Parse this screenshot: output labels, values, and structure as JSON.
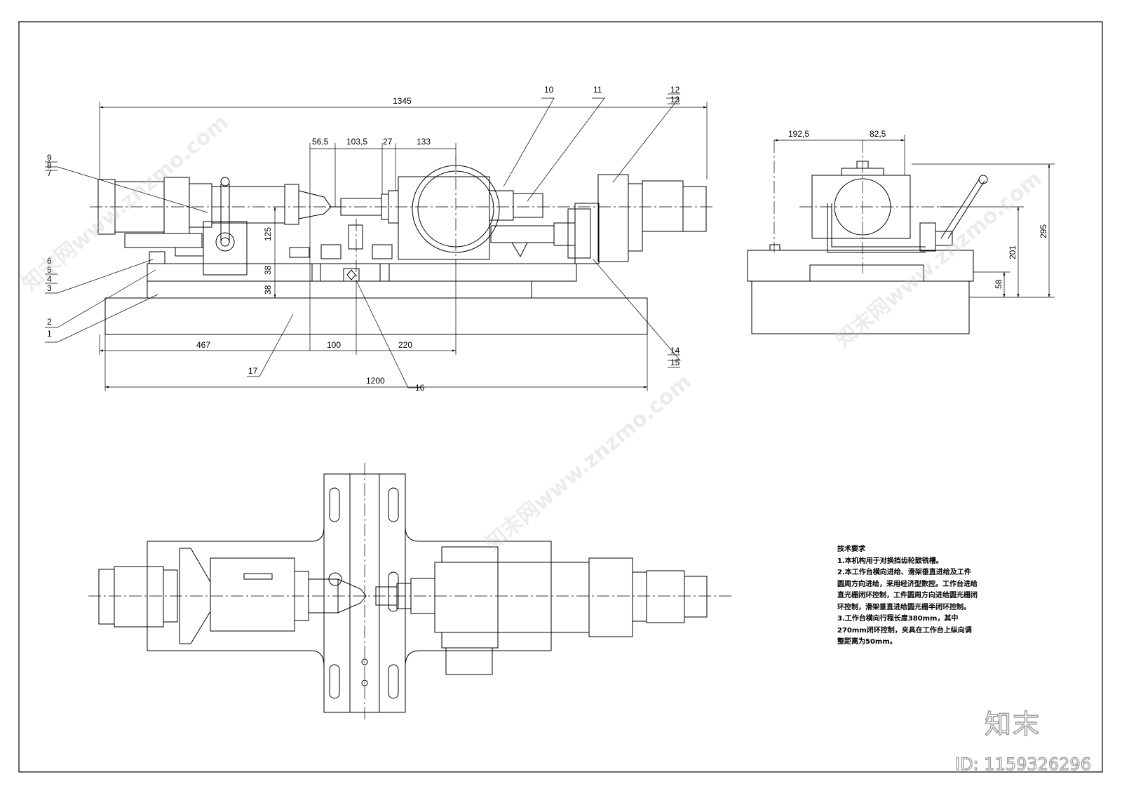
{
  "dimensions": {
    "d1345": "1345",
    "d56_5": "56,5",
    "d103_5": "103,5",
    "d27": "27",
    "d133": "133",
    "d125": "125",
    "d38a": "38",
    "d38b": "38",
    "d467": "467",
    "d100": "100",
    "d220": "220",
    "d1200": "1200",
    "d192_5": "192,5",
    "d82_5": "82,5",
    "d295": "295",
    "d201": "201",
    "d58": "58"
  },
  "part_labels": {
    "p1": "1",
    "p2": "2",
    "p3": "3",
    "p4": "4",
    "p5": "5",
    "p6": "6",
    "p7": "7",
    "p8": "8",
    "p9": "9",
    "p10": "10",
    "p11": "11",
    "p12": "12",
    "p13": "13",
    "p14": "14",
    "p15": "15",
    "p16": "16",
    "p17": "17"
  },
  "notes": {
    "title": "技术要求",
    "line1": "1.本机构用于对换挡齿轮鼓铣槽。",
    "line2": "2.本工作台横向进给、滑架垂直进给及工件圆周方向进给，采用经济型数控。工作台进给直光栅闭环控制，工件圆周方向进给圆光栅闭环控制，滑架垂直进给圆光栅半闭环控制。",
    "line3": "3.工作台横向行程长度380mm，其中270mm闭环控制，夹具在工作台上纵向调整距离为50mm。"
  },
  "watermark": {
    "brand": "知末",
    "id": "ID: 1159326296",
    "text": "知末网www.znzmo.com"
  }
}
